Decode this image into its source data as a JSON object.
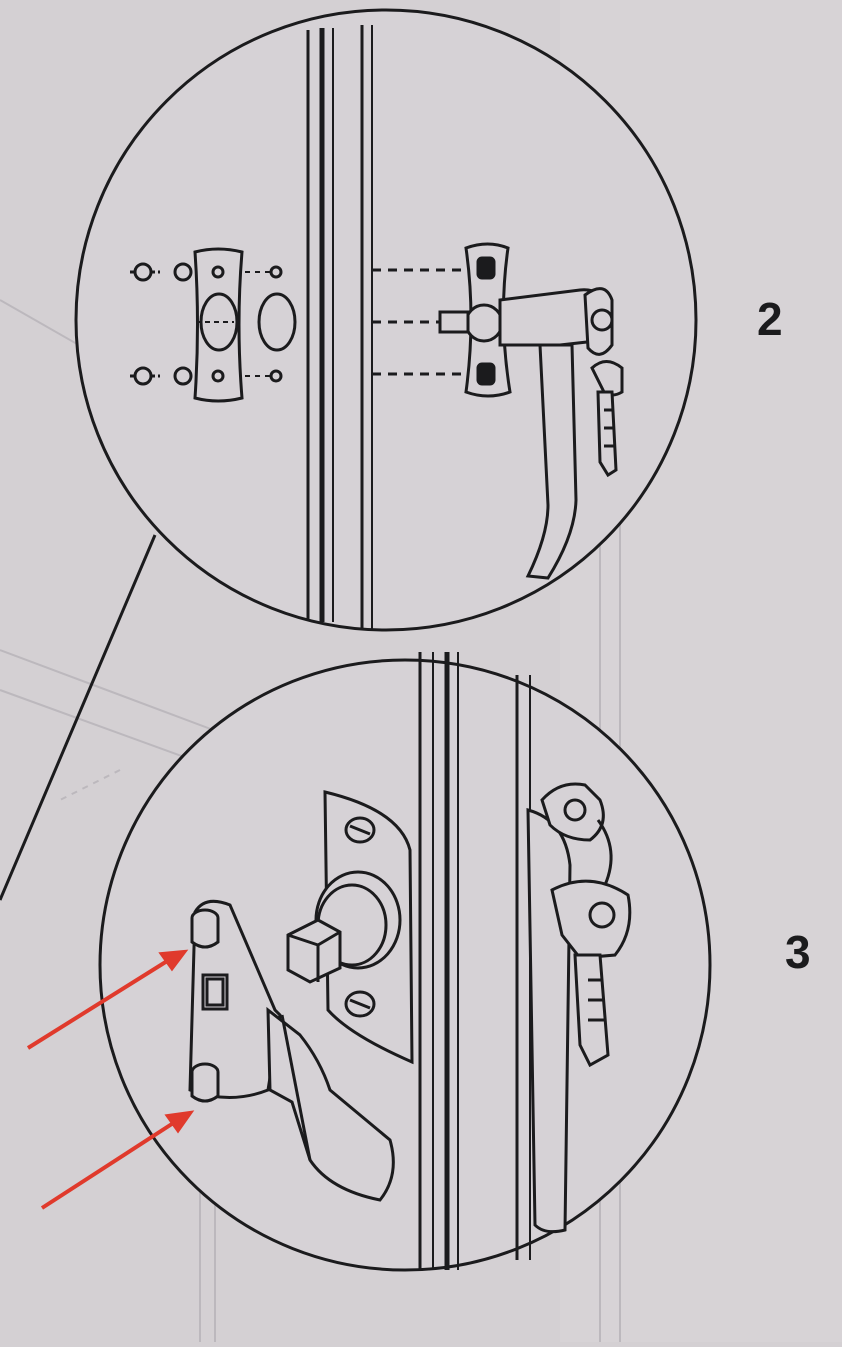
{
  "steps": [
    {
      "number": "2"
    },
    {
      "number": "3"
    }
  ],
  "annotations": {
    "arrow_color": "#e03a2c",
    "arrow_count": 2
  },
  "colors": {
    "paper": "#d4d0d3",
    "paper_shade": "#c9c5c9",
    "line": "#1b1b1d",
    "faint_line": "#b9b5ba"
  }
}
